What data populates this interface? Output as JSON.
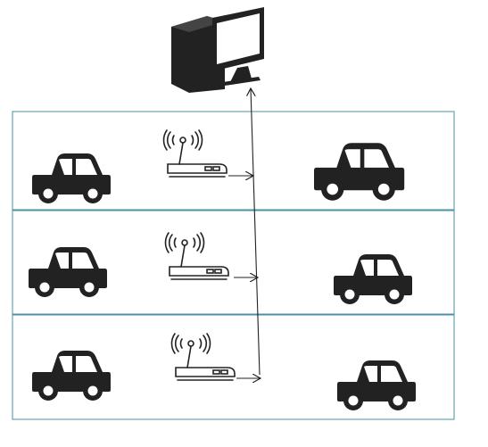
{
  "diagram": {
    "server": {
      "icon": "desktop-computer-icon"
    },
    "lanes": [
      {
        "id": "lane-1",
        "left_vehicle": {
          "icon": "car-icon"
        },
        "access_point": {
          "icon": "wireless-router-icon"
        },
        "right_vehicle": {
          "icon": "car-icon"
        }
      },
      {
        "id": "lane-2",
        "left_vehicle": {
          "icon": "car-icon"
        },
        "access_point": {
          "icon": "wireless-router-icon"
        },
        "right_vehicle": {
          "icon": "car-icon"
        }
      },
      {
        "id": "lane-3",
        "left_vehicle": {
          "icon": "car-icon"
        },
        "access_point": {
          "icon": "wireless-router-icon"
        },
        "right_vehicle": {
          "icon": "car-icon"
        }
      }
    ],
    "colors": {
      "icon_fill": "#222222",
      "lane_border": "#4a90a4",
      "connector": "#222222"
    }
  }
}
